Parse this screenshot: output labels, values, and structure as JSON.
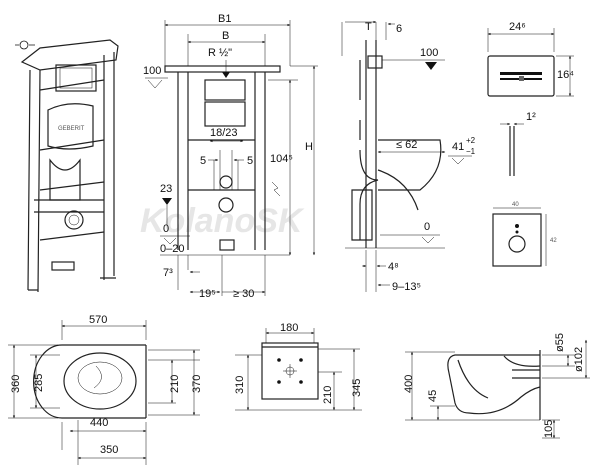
{
  "watermark": "KolanoSK",
  "front_view": {
    "B1": "B1",
    "B": "B",
    "R": "R ½\"",
    "top_100": "100",
    "mid_18_23": "18/23",
    "five_left": "5",
    "five_right": "5",
    "left_23": "23",
    "zero": "0",
    "zero_20": "0–20",
    "seven_3": "7³",
    "nineteen_5": "19⁵",
    "ge_30": "≥ 30",
    "h104": "104⁵",
    "H": "H"
  },
  "side_view": {
    "T": "T",
    "six": "6",
    "hundred": "100",
    "le_62": "≤ 62",
    "forty_one": "41",
    "tol_plus": "+2",
    "tol_minus": "−1",
    "zero": "0",
    "four_8": "4⁸",
    "nine_13": "9–13⁵"
  },
  "flush_plate": {
    "width": "24⁶",
    "height": "16⁴",
    "depth": "1²"
  },
  "small_plate": {
    "width": "40",
    "height": "42"
  },
  "bowl_top": {
    "width": "570",
    "d360": "360",
    "d285": "285",
    "d210": "210",
    "d370": "370",
    "d440": "440",
    "d350": "350"
  },
  "bowl_back": {
    "d180": "180",
    "d310": "310",
    "d210": "210",
    "d345": "345"
  },
  "bowl_side": {
    "d55": "ø55",
    "d102": "ø102",
    "d400": "400",
    "d45": "45",
    "d105": "105"
  }
}
